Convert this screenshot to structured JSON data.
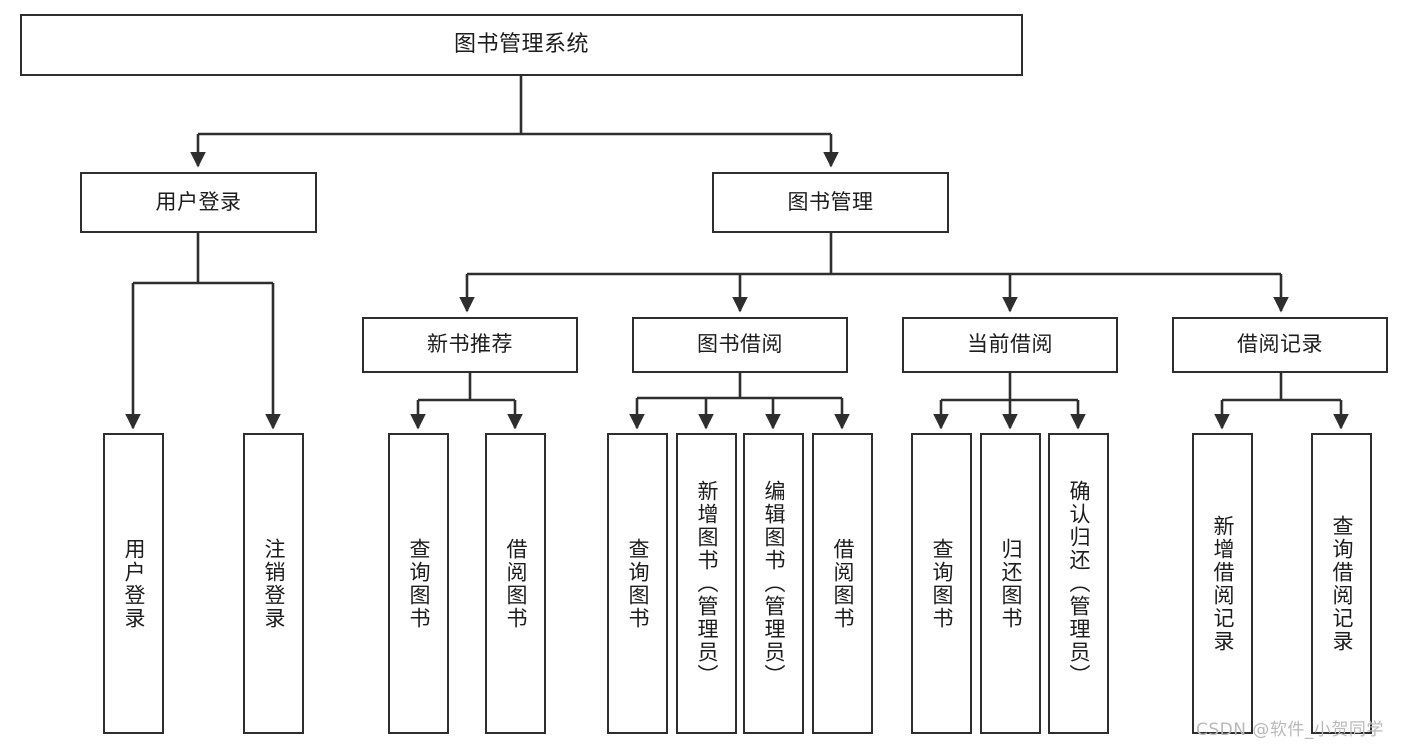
{
  "diagram": {
    "title": "图书管理系统",
    "type": "tree",
    "stroke_color": "#2e2e2e",
    "text_color": "#1c1c1c",
    "background_color": "#ffffff",
    "nodes": {
      "root": {
        "label": "图书管理系统"
      },
      "level2": [
        {
          "label": "用户登录"
        },
        {
          "label": "图书管理"
        }
      ],
      "level3": [
        {
          "label": "新书推荐"
        },
        {
          "label": "图书借阅"
        },
        {
          "label": "当前借阅"
        },
        {
          "label": "借阅记录"
        }
      ],
      "leaves": {
        "user_login": [
          {
            "label": "用户登录"
          },
          {
            "label": "注销登录"
          }
        ],
        "new_book": [
          {
            "label": "查询图书"
          },
          {
            "label": "借阅图书"
          }
        ],
        "borrow_book": [
          {
            "label": "查询图书"
          },
          {
            "label": "新增图书（管理员）"
          },
          {
            "label": "编辑图书（管理员）"
          },
          {
            "label": "借阅图书"
          }
        ],
        "current_borrow": [
          {
            "label": "查询图书"
          },
          {
            "label": "归还图书"
          },
          {
            "label": "确认归还（管理员）"
          }
        ],
        "borrow_record": [
          {
            "label": "新增借阅记录"
          },
          {
            "label": "查询借阅记录"
          }
        ]
      }
    },
    "watermark": "CSDN @软件_小贺同学"
  }
}
